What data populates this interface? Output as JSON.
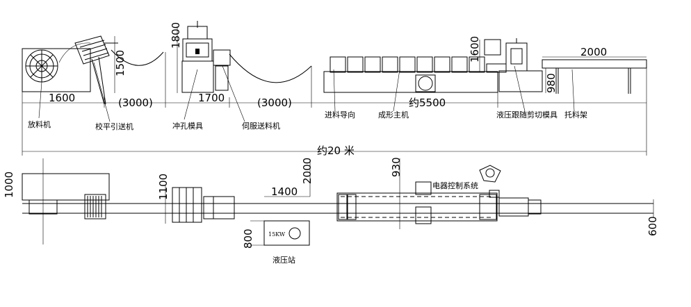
{
  "side_view": {
    "dimensions": {
      "uncoiler_len": "1600",
      "gap1": "(3000)",
      "punch_len": "1700",
      "gap2": "(3000)",
      "former_len": "约5500",
      "rack_len": "2000",
      "leveler_h": "1500",
      "punch_h": "1800",
      "cut_h": "1600",
      "rack_h": "980",
      "total_len": "约20 米"
    },
    "labels": {
      "uncoiler": "放料机",
      "leveler": "校平引送机",
      "punch": "冲孔模具",
      "servo_feeder": "伺服送料机",
      "entry_guide": "进料导向",
      "roll_former": "成形主机",
      "hydraulic_cut": "液压跟随剪切模具",
      "out_rack": "托料架"
    }
  },
  "plan_view": {
    "dimensions": {
      "uncoiler_w": "1000",
      "punch_w": "1100",
      "hyd_len": "1400",
      "hyd_w": "800",
      "side_w": "2000",
      "control_w": "930",
      "line_w": "600"
    },
    "labels": {
      "hydraulic_station": "液压站",
      "motor_power": "15KW",
      "control_system": "电器控制系统"
    }
  }
}
